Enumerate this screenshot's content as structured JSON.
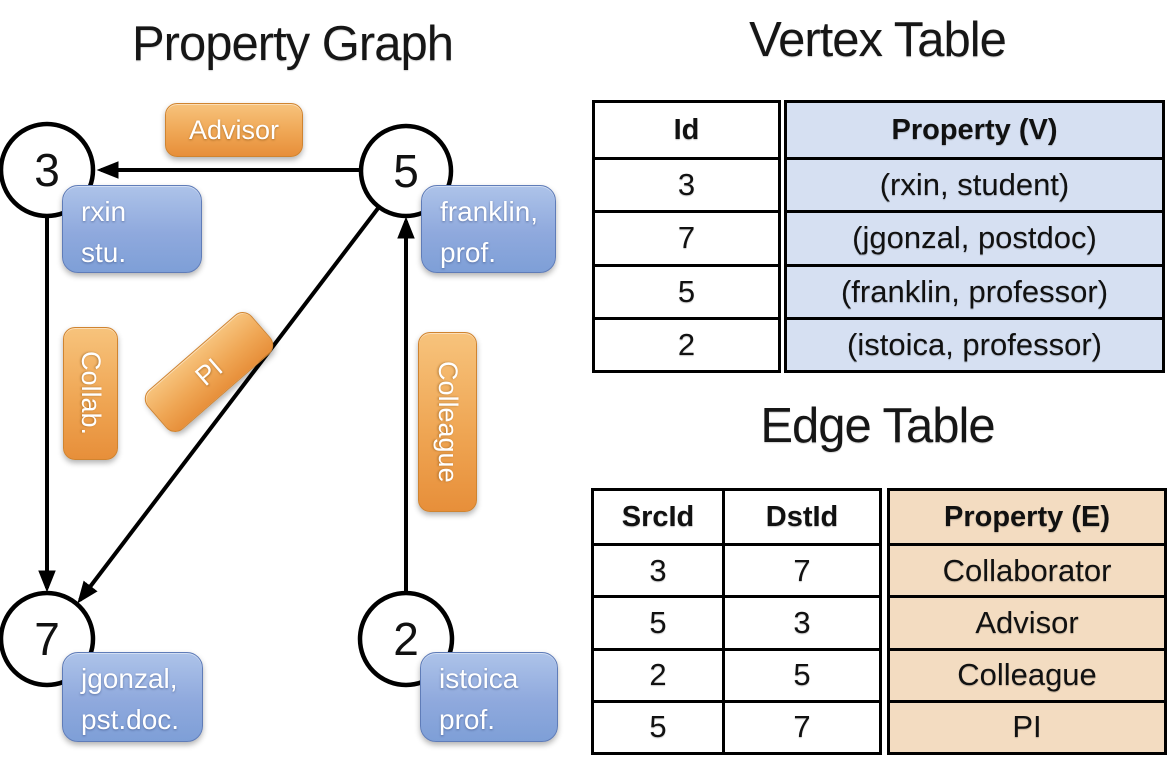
{
  "graph": {
    "title": "Property Graph",
    "nodes": [
      {
        "id": "3",
        "property": "rxin\nstu."
      },
      {
        "id": "5",
        "property": "franklin,\nprof."
      },
      {
        "id": "7",
        "property": "jgonzal,\npst.doc."
      },
      {
        "id": "2",
        "property": "istoica\nprof."
      }
    ],
    "edge_labels": {
      "advisor": "Advisor",
      "collab": "Collab.",
      "pi": "PI",
      "colleague": "Colleague"
    }
  },
  "vertex_table": {
    "title": "Vertex Table",
    "headers": {
      "id": "Id",
      "property": "Property (V)"
    },
    "rows": [
      {
        "id": "3",
        "property": "(rxin, student)"
      },
      {
        "id": "7",
        "property": "(jgonzal, postdoc)"
      },
      {
        "id": "5",
        "property": "(franklin, professor)"
      },
      {
        "id": "2",
        "property": "(istoica, professor)"
      }
    ]
  },
  "edge_table": {
    "title": "Edge Table",
    "headers": {
      "src": "SrcId",
      "dst": "DstId",
      "property": "Property (E)"
    },
    "rows": [
      {
        "src": "3",
        "dst": "7",
        "property": "Collaborator"
      },
      {
        "src": "5",
        "dst": "3",
        "property": "Advisor"
      },
      {
        "src": "2",
        "dst": "5",
        "property": "Colleague"
      },
      {
        "src": "5",
        "dst": "7",
        "property": "PI"
      }
    ]
  },
  "colors": {
    "vertex_fill_blue": "#d6e0f2",
    "edge_fill_orange": "#f3dcc1",
    "label_orange": "#efa654",
    "box_blue": "#8fa9dd",
    "line_black": "#000000"
  }
}
